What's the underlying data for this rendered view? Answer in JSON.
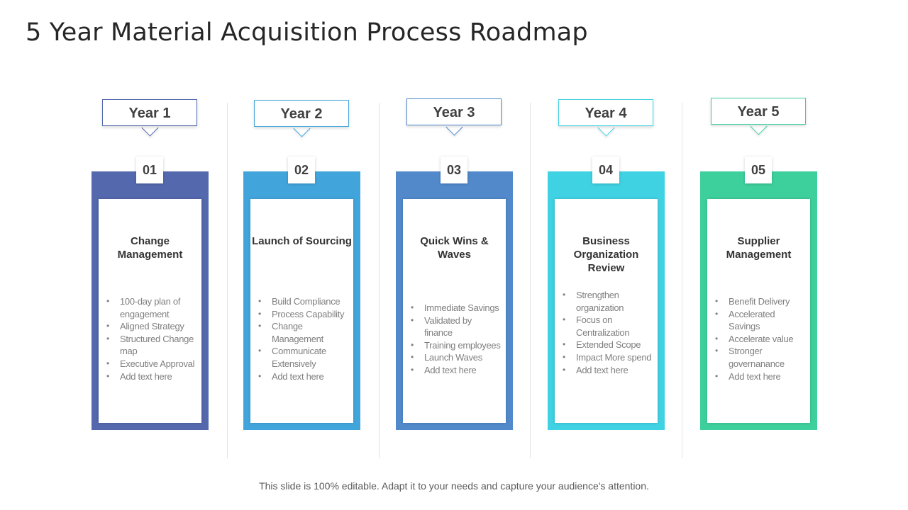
{
  "title": "5 Year Material Acquisition Process Roadmap",
  "footer": "This slide is 100% editable. Adapt it to your needs and capture your audience's attention.",
  "colors": {
    "col1": "#5468ad",
    "col2": "#41a5dc",
    "col3": "#5189cb",
    "col4": "#3fd2e3",
    "col5": "#3ed09c"
  },
  "columns": [
    {
      "year": "Year 1",
      "number": "01",
      "heading": "Change Management",
      "bullets": [
        "100-day plan of engagement",
        "Aligned Strategy",
        "Structured Change map",
        "Executive Approval",
        "Add text here"
      ]
    },
    {
      "year": "Year 2",
      "number": "02",
      "heading": "Launch of Sourcing",
      "bullets": [
        "Build Compliance",
        "Process Capability",
        "Change Management",
        "Communicate Extensively",
        "Add text here"
      ]
    },
    {
      "year": "Year 3",
      "number": "03",
      "heading": "Quick Wins & Waves",
      "bullets": [
        "Immediate Savings",
        "Validated by finance",
        "Training employees",
        "Launch Waves",
        "Add text here"
      ]
    },
    {
      "year": "Year 4",
      "number": "04",
      "heading": "Business Organization Review",
      "bullets": [
        "Strengthen organization",
        "Focus on Centralization",
        "Extended Scope",
        "Impact More spend",
        "Add text here"
      ]
    },
    {
      "year": "Year 5",
      "number": "05",
      "heading": "Supplier Management",
      "bullets": [
        "Benefit Delivery",
        "Accelerated Savings",
        "Accelerate  value",
        "Stronger governanance",
        "Add text here"
      ]
    }
  ]
}
